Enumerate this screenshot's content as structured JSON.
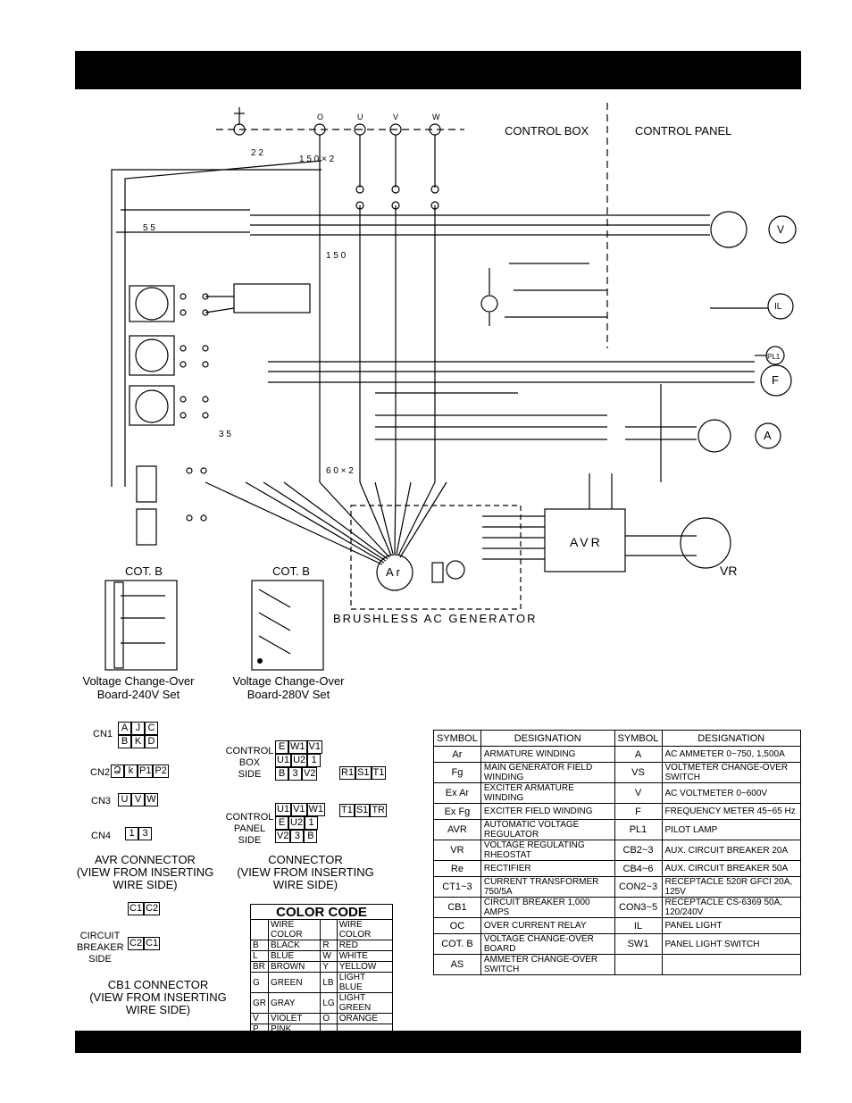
{
  "labels": {
    "control_box": "CONTROL BOX",
    "control_panel": "CONTROL PANEL",
    "generator": "BRUSHLESS AC GENERATOR",
    "avr": "AVR",
    "vr": "VR",
    "ar": "Ar",
    "cotb_left": "COT. B",
    "cotb_right": "COT. B",
    "board240": "Voltage Change-Over\nBoard-240V Set",
    "board280": "Voltage Change-Over\nBoard-280V Set",
    "avr_connector": "AVR CONNECTOR\n(VIEW FROM INSERTING\nWIRE SIDE)",
    "connector": "CONNECTOR\n(VIEW FROM INSERTING\nWIRE SIDE)",
    "cb1_connector": "CB1 CONNECTOR\n(VIEW FROM INSERTING\nWIRE SIDE)",
    "control_box_side": "CONTROL\nBOX\nSIDE",
    "control_panel_side": "CONTROL\nPANEL\nSIDE",
    "circuit_breaker_side": "CIRCUIT\nBREAKER\nSIDE",
    "cn1": "CN1",
    "cn2": "CN2",
    "cn3": "CN3",
    "cn4": "CN4",
    "dim1": "2 2",
    "dim2": "1 5 0 × 2",
    "dim3": "1 5 0",
    "dim4": "6 0 × 2",
    "dim5": "5 5",
    "dim6": "3 5"
  },
  "connectors": {
    "cn1": [
      "A",
      "J",
      "C",
      "B",
      "K",
      "D"
    ],
    "cn2": [
      "Ձ",
      "k",
      "P1",
      "P2"
    ],
    "cn3": [
      "U",
      "V",
      "W"
    ],
    "cn4": [
      "1",
      "3"
    ],
    "cb1": [
      "C1",
      "C2",
      "C2",
      "C1"
    ],
    "box_side": [
      "E",
      "W1",
      "V1",
      "U1",
      "U2",
      "1",
      "B",
      "3",
      "V2"
    ],
    "panel_side": [
      "U1",
      "V1",
      "W1",
      "E",
      "U2",
      "1",
      "V2",
      "3",
      "B"
    ],
    "box_small": [
      "R1",
      "S1",
      "T1"
    ],
    "panel_small": [
      "T1",
      "S1",
      "TR"
    ]
  },
  "symbol_table": {
    "headers": [
      "SYMBOL",
      "DESIGNATION",
      "SYMBOL",
      "DESIGNATION"
    ],
    "rows": [
      [
        "Ar",
        "ARMATURE WINDING",
        "A",
        "AC AMMETER 0~750, 1,500A"
      ],
      [
        "Fg",
        "MAIN GENERATOR FIELD WINDING",
        "VS",
        "VOLTMETER CHANGE-OVER SWITCH"
      ],
      [
        "Ex Ar",
        "EXCITER ARMATURE WINDING",
        "V",
        "AC VOLTMETER 0~600V"
      ],
      [
        "Ex Fg",
        "EXCITER FIELD WINDING",
        "F",
        "FREQUENCY METER 45~65 Hz"
      ],
      [
        "AVR",
        "AUTOMATIC VOLTAGE REGULATOR",
        "PL1",
        "PILOT LAMP"
      ],
      [
        "VR",
        "VOLTAGE REGULATING RHEOSTAT",
        "CB2~3",
        "AUX.  CIRCUIT BREAKER 20A"
      ],
      [
        "Re",
        "RECTIFIER",
        "CB4~6",
        "AUX.  CIRCUIT BREAKER 50A"
      ],
      [
        "CT1~3",
        "CURRENT TRANSFORMER 750/5A",
        "CON2~3",
        "RECEPTACLE  520R GFCI  20A, 125V"
      ],
      [
        "CB1",
        "CIRCUIT BREAKER 1,000 AMPS",
        "CON3~5",
        "RECEPTACLE  CS-6369  50A, 120/240V"
      ],
      [
        "OC",
        "OVER CURRENT RELAY",
        "IL",
        "PANEL LIGHT"
      ],
      [
        "COT. B",
        "VOLTAGE CHANGE-OVER BOARD",
        "SW1",
        "PANEL LIGHT SWITCH"
      ],
      [
        "AS",
        "AMMETER CHANGE-OVER SWITCH",
        "",
        ""
      ]
    ]
  },
  "color_code": {
    "title": "COLOR CODE",
    "header": [
      "",
      "WIRE COLOR",
      "",
      "WIRE COLOR"
    ],
    "rows": [
      [
        "B",
        "BLACK",
        "R",
        "RED"
      ],
      [
        "L",
        "BLUE",
        "W",
        "WHITE"
      ],
      [
        "BR",
        "BROWN",
        "Y",
        "YELLOW"
      ],
      [
        "G",
        "GREEN",
        "LB",
        "LIGHT BLUE"
      ],
      [
        "GR",
        "GRAY",
        "LG",
        "LIGHT GREEN"
      ],
      [
        "V",
        "VIOLET",
        "O",
        "ORANGE"
      ],
      [
        "P",
        "PINK",
        "",
        ""
      ]
    ]
  },
  "terminals": [
    "O",
    "U",
    "V",
    "W"
  ],
  "meters": [
    "V",
    "IL",
    "F",
    "A",
    "PL1"
  ]
}
